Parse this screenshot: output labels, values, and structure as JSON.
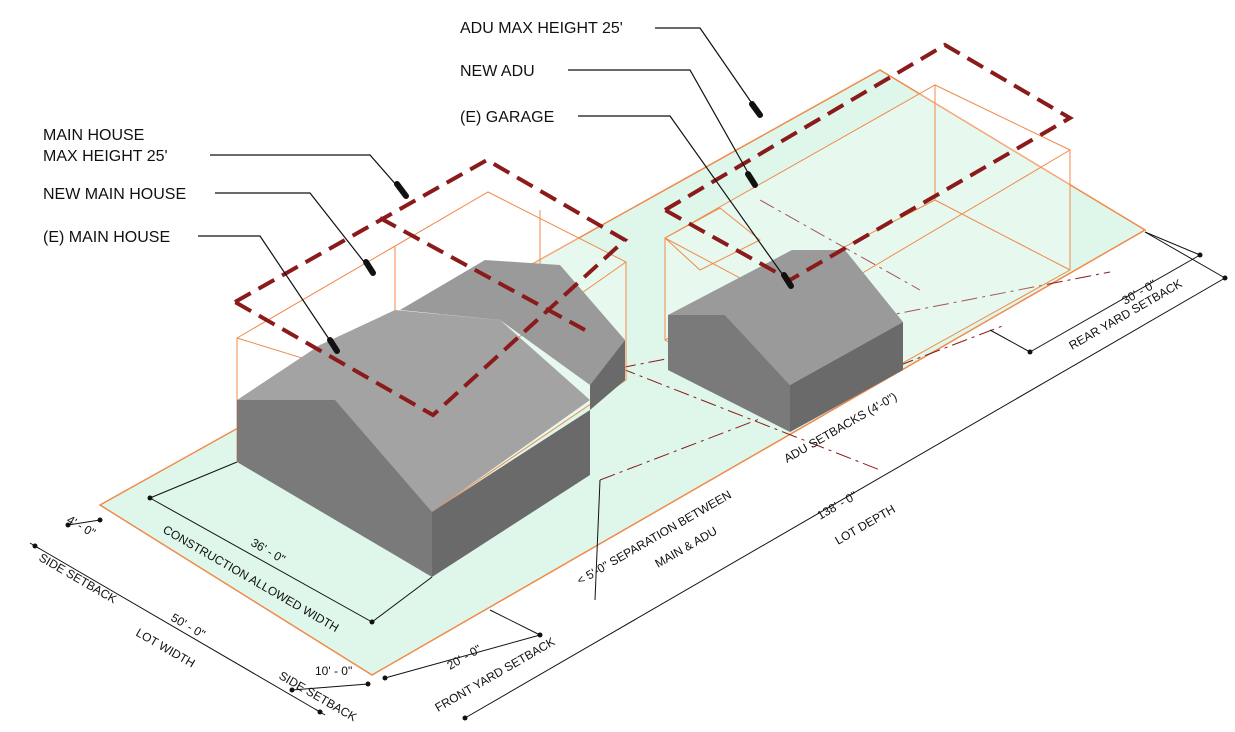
{
  "callouts": {
    "adu_max_height": "ADU MAX HEIGHT 25'",
    "new_adu": "NEW ADU",
    "existing_garage": "(E) GARAGE",
    "main_house_max_height_line1": "MAIN HOUSE",
    "main_house_max_height_line2": "MAX HEIGHT 25'",
    "new_main_house": "NEW MAIN HOUSE",
    "existing_main_house": "(E) MAIN HOUSE"
  },
  "dimensions": {
    "side_setback_left_value": "4' - 0\"",
    "side_setback_left_label": "SIDE SETBACK",
    "construction_width_value": "36' - 0\"",
    "construction_width_label": "CONSTRUCTION ALLOWED WIDTH",
    "lot_width_value": "50' - 0\"",
    "lot_width_label": "LOT WIDTH",
    "side_setback_right_value": "10' - 0\"",
    "side_setback_right_label": "SIDE SETBACK",
    "front_yard_value": "20' - 0\"",
    "front_yard_label": "FRONT YARD SETBACK",
    "separation_line1": "< 5'-0\" SEPARATION BETWEEN",
    "separation_line2": "MAIN & ADU",
    "lot_depth_value": "138' - 0\"",
    "lot_depth_label": "LOT DEPTH",
    "adu_setbacks_label": "ADU SETBACKS (4'-0\")",
    "rear_yard_value": "30' - 0\"",
    "rear_yard_label": "REAR YARD SETBACK"
  },
  "colors": {
    "lot_fill": "#dff7ea",
    "lot_outline": "#f08a4b",
    "massing_line": "#f08a4b",
    "height_limit": "#8b1a1a",
    "building_top": "#9a9a9a",
    "building_side": "#7a7a7a",
    "building_front": "#6e6e6e",
    "dimension_line": "#111111"
  }
}
